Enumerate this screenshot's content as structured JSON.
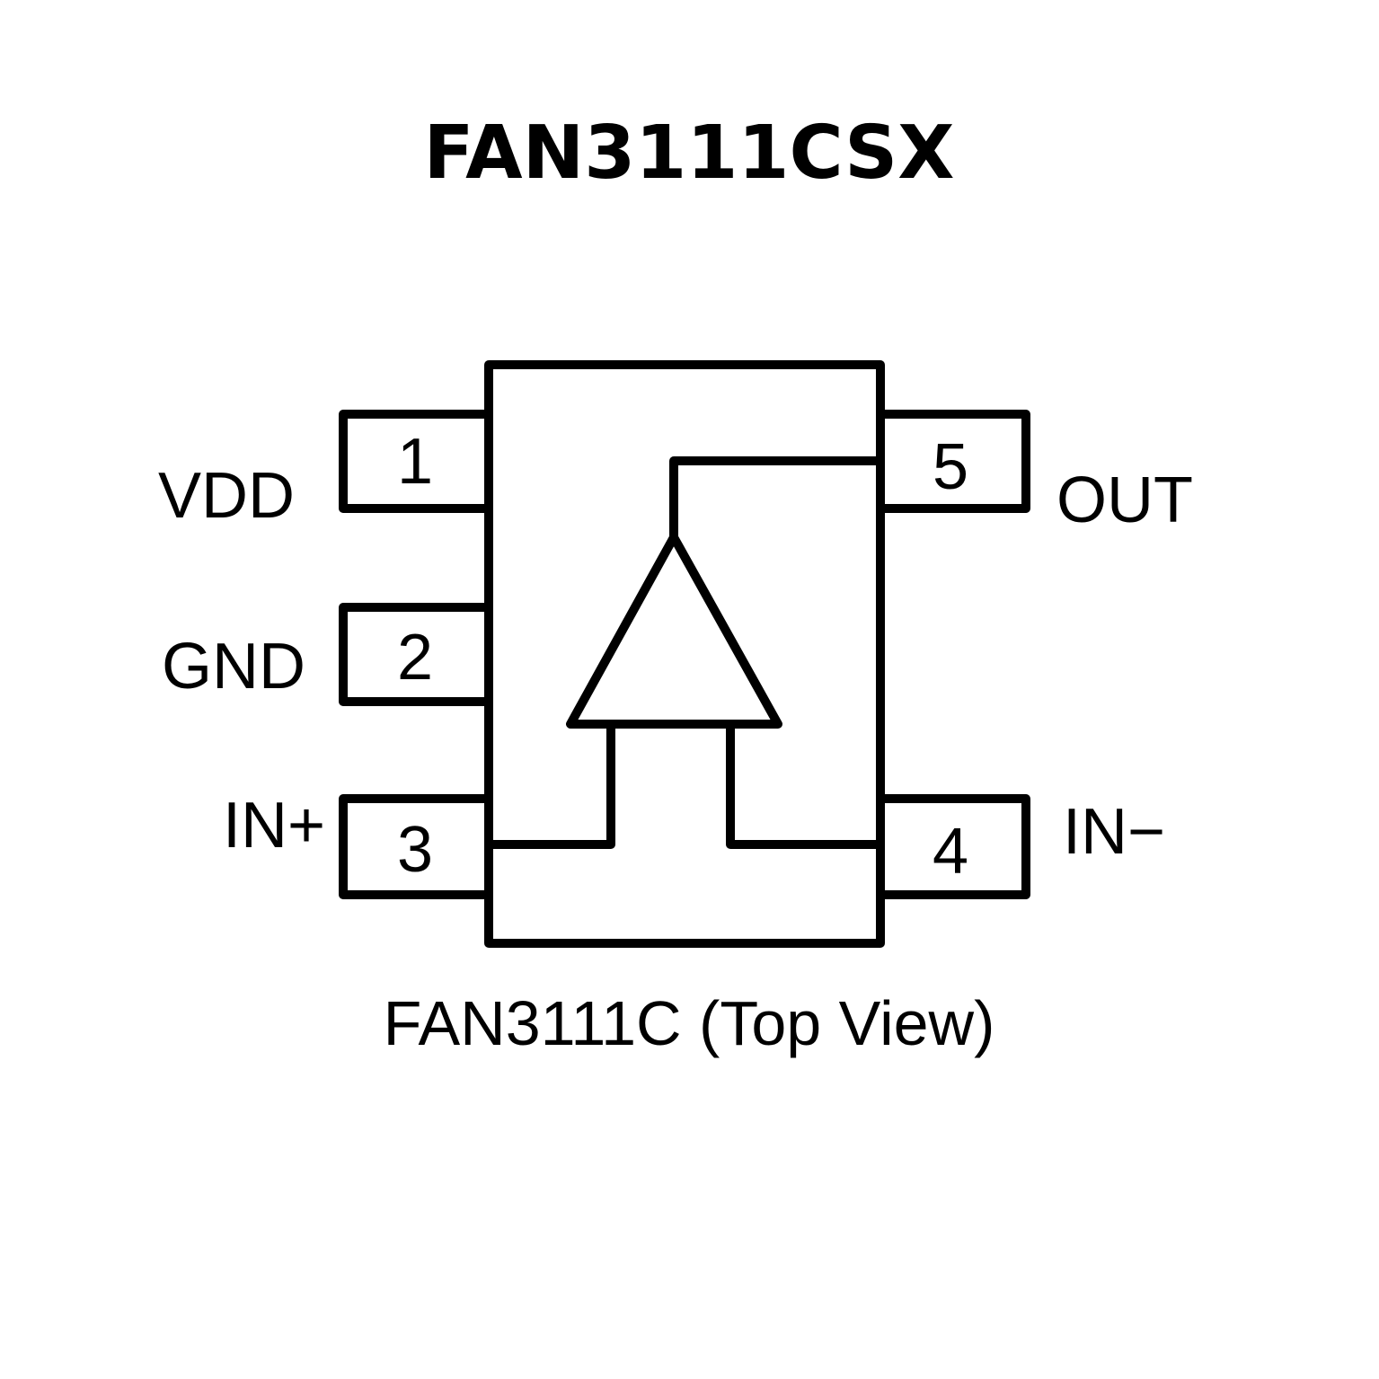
{
  "title": "FAN3111CSX",
  "caption": "FAN3111C (Top View)",
  "colors": {
    "stroke": "#000000",
    "background": "#ffffff"
  },
  "pins": [
    {
      "number": "1",
      "name": "VDD",
      "side": "left"
    },
    {
      "number": "2",
      "name": "GND",
      "side": "left"
    },
    {
      "number": "3",
      "name": "IN+",
      "side": "left"
    },
    {
      "number": "4",
      "name": "IN−",
      "side": "right"
    },
    {
      "number": "5",
      "name": "OUT",
      "side": "right"
    }
  ],
  "symbol": "comparator-buffer-triangle"
}
